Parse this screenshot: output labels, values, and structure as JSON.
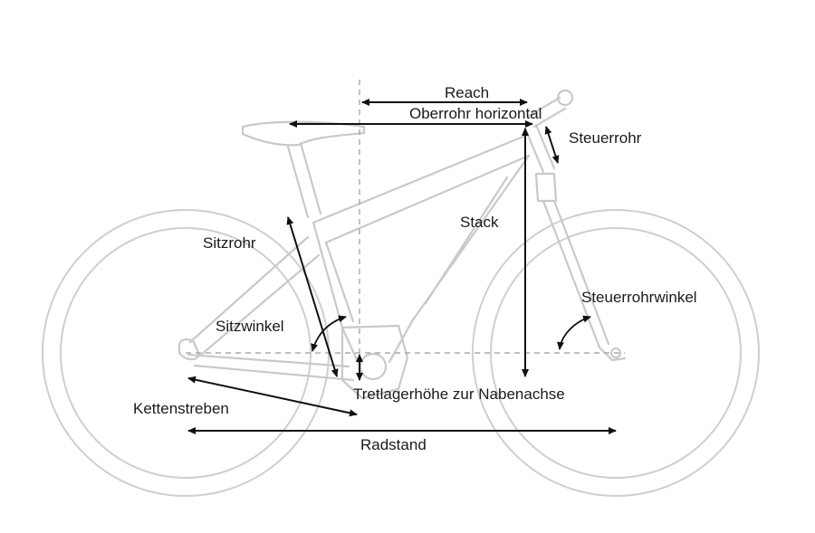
{
  "labels": {
    "reach": "Reach",
    "top_tube": "Oberrohr horizontal",
    "head_tube": "Steuerrohr",
    "stack": "Stack",
    "seat_tube": "Sitzrohr",
    "seat_angle": "Sitzwinkel",
    "head_angle": "Steuerrohrwinkel",
    "chainstays": "Kettenstreben",
    "bb_drop": "Tretlagerhöhe zur Nabenachse",
    "wheelbase": "Radstand"
  },
  "colors": {
    "frame": "#c9c9c9",
    "dimension": "#111111",
    "guide": "#9a9a9a"
  }
}
